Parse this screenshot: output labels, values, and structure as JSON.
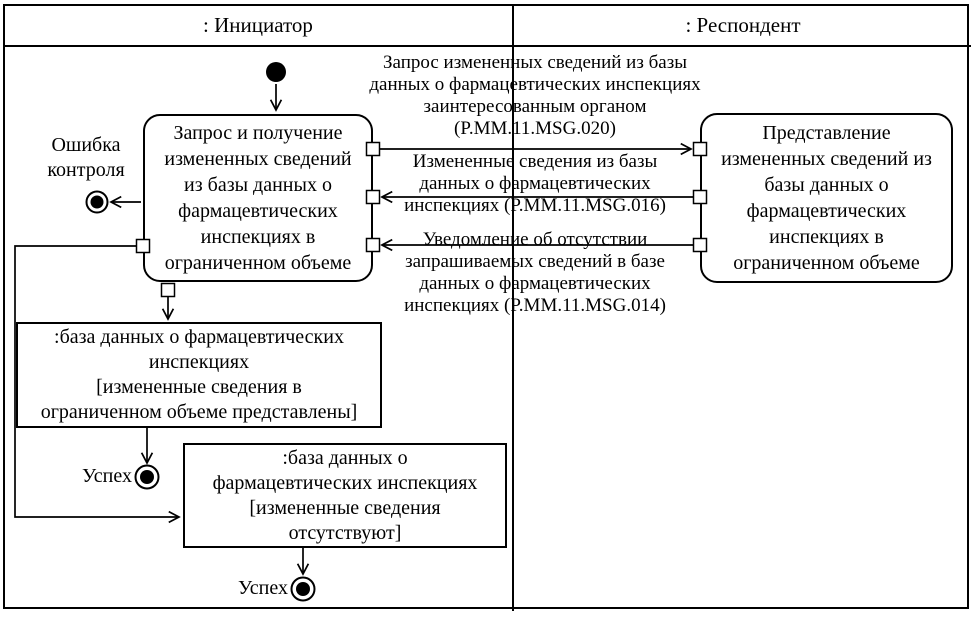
{
  "diagram": {
    "type": "uml-activity-swimlane",
    "colors": {
      "line": "#000000",
      "background": "#ffffff"
    },
    "lanes": {
      "initiator": ": Инициатор",
      "respondent": ": Респондент"
    },
    "activities": {
      "initiator_action": "Запрос и получение\nизмененных сведений\nиз базы данных о\nфармацевтических\nинспекциях в\nограниченном объеме",
      "respondent_action": "Представление\nизмененных сведений из\nбазы данных о\nфармацевтических\nинспекциях в\nограниченном объеме"
    },
    "objects": {
      "db_provided": ":база данных о фармацевтических\nинспекциях\n[измененные сведения в\nограниченном объеме представлены]",
      "db_absent": ":база данных о\nфармацевтических инспекциях\n[измененные сведения\nотсутствуют]"
    },
    "messages": {
      "request": "Запрос измененных сведений из базы\nданных о фармацевтических инспекциях\nзаинтересованным органом\n(P.MM.11.MSG.020)",
      "changed_data": "Измененные сведения из базы\nданных о фармацевтических\nинспекциях (P.MM.11.MSG.016)",
      "absence_notice": "Уведомление об отсутствии\nзапрашиваемых сведений в базе\nданных о фармацевтических\nинспекциях (P.MM.11.MSG.014)"
    },
    "labels": {
      "error": "Ошибка\nконтроля",
      "success_first": "Успех",
      "success_second": "Успех"
    }
  }
}
